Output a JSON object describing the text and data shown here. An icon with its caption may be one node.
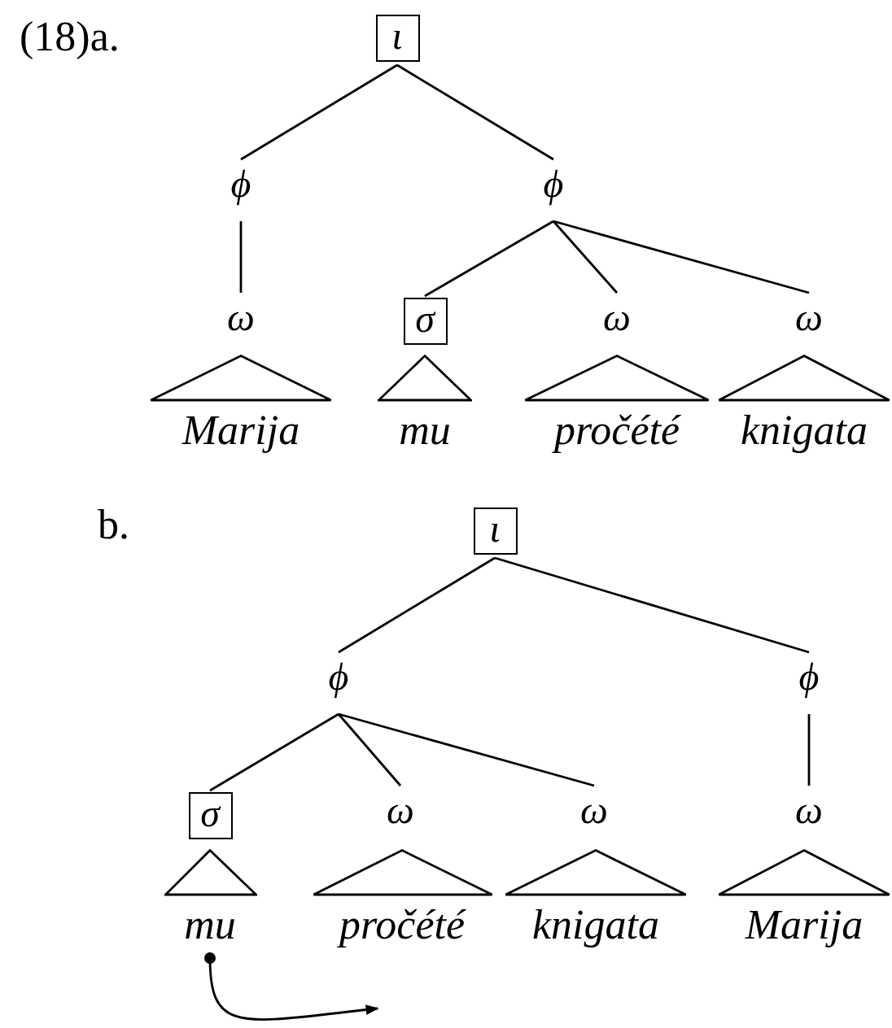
{
  "diagram": {
    "nodes": [
      {
        "text": [],
        "shape": "box"
      },
      {
        "text": [
          "ι"
        ],
        "in": 0
      },
      {
        "text": [
          "ϕ"
        ]
      },
      {
        "text": [
          "ϕ"
        ]
      },
      {
        "text": [
          "ω"
        ]
      },
      {
        "text": [],
        "shape": "box"
      },
      {
        "text": [
          "σ"
        ],
        "in": 5
      },
      {
        "text": [
          "ω"
        ]
      },
      {
        "text": [
          "ω"
        ]
      },
      {
        "text": [],
        "shape": "triangle"
      },
      {
        "text": [],
        "shape": "triangle"
      },
      {
        "text": [],
        "shape": "triangle"
      },
      {
        "text": [],
        "shape": "triangle"
      },
      {
        "text": [
          "Marija"
        ]
      },
      {
        "text": [
          "mu"
        ]
      },
      {
        "text": [
          "pročété"
        ]
      },
      {
        "text": [
          "knigata"
        ]
      },
      {
        "text": [],
        "shape": "box"
      },
      {
        "text": [
          "ι"
        ],
        "in": 17
      },
      {
        "text": [
          "ϕ"
        ]
      },
      {
        "text": [
          "ϕ"
        ]
      },
      {
        "text": [],
        "shape": "box"
      },
      {
        "text": [
          "σ"
        ],
        "in": 21
      },
      {
        "text": [
          "ω"
        ]
      },
      {
        "text": [
          "ω"
        ]
      },
      {
        "text": [
          "ω"
        ]
      },
      {
        "text": [],
        "shape": "triangle"
      },
      {
        "text": [],
        "shape": "triangle"
      },
      {
        "text": [],
        "shape": "triangle"
      },
      {
        "text": [],
        "shape": "triangle"
      },
      {
        "text": [
          "mu"
        ]
      },
      {
        "text": [
          "pročété"
        ]
      },
      {
        "text": [
          "knigata"
        ]
      },
      {
        "text": [
          "Marija"
        ]
      }
    ],
    "edges": [
      {
        "from": 0,
        "to": 2,
        "arrow": "none"
      },
      {
        "from": 0,
        "to": 3,
        "arrow": "none"
      },
      {
        "from": 2,
        "to": 4,
        "arrow": "none"
      },
      {
        "from": 3,
        "to": 5,
        "arrow": "none"
      },
      {
        "from": 3,
        "to": 7,
        "arrow": "none"
      },
      {
        "from": 3,
        "to": 8,
        "arrow": "none"
      },
      {
        "from": 17,
        "to": 19,
        "arrow": "none"
      },
      {
        "from": 17,
        "to": 20,
        "arrow": "none"
      },
      {
        "from": 19,
        "to": 21,
        "arrow": "none"
      },
      {
        "from": 19,
        "to": 23,
        "arrow": "none"
      },
      {
        "from": 19,
        "to": 24,
        "arrow": "none"
      },
      {
        "from": 20,
        "to": 25,
        "arrow": "none"
      },
      {
        "from": 30,
        "to": null,
        "arrow": "to"
      }
    ],
    "labels": [
      "(18)a.",
      "b."
    ]
  }
}
